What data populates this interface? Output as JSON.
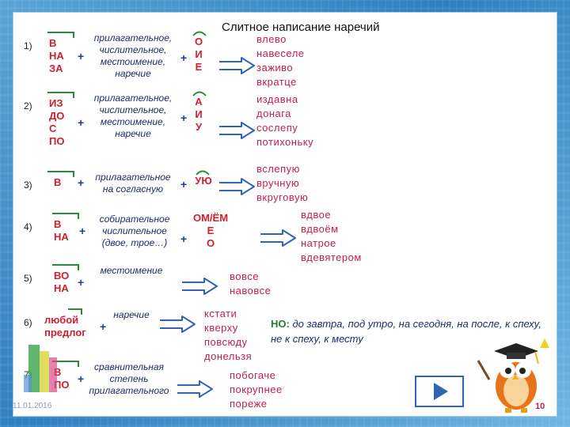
{
  "title": "Слитное написание наречий",
  "rules": [
    {
      "num": "1)",
      "prefixes": [
        "В",
        "НА",
        "ЗА"
      ],
      "desc": [
        "прилагательное,",
        "числительное,",
        "местоимение,",
        "наречие"
      ],
      "suffixes": [
        "О",
        "И",
        "Е"
      ],
      "examples": [
        "влево",
        "навеселе",
        "заживо",
        "вкратце"
      ]
    },
    {
      "num": "2)",
      "prefixes": [
        "ИЗ",
        "ДО",
        "С",
        "ПО"
      ],
      "desc": [
        "прилагательное,",
        "числительное,",
        "местоимение,",
        "наречие"
      ],
      "suffixes": [
        "А",
        "И",
        "У"
      ],
      "examples": [
        "издавна",
        "донага",
        "сослепу",
        "потихоньку"
      ]
    },
    {
      "num": "3)",
      "prefixes": [
        "В"
      ],
      "desc": [
        "прилагательное",
        "на согласную"
      ],
      "suffixes": [
        "УЮ"
      ],
      "examples": [
        "вслепую",
        "вручную",
        "вкруговую"
      ]
    },
    {
      "num": "4)",
      "prefixes": [
        "В",
        "НА"
      ],
      "desc": [
        "собирательное",
        "числительное",
        "(двое, трое…)"
      ],
      "suffixes": [
        "ОМ/ЁМ",
        "Е",
        "О"
      ],
      "examples": [
        "вдвое",
        "вдвоём",
        "натрое",
        "вдевятером"
      ]
    },
    {
      "num": "5)",
      "prefixes": [
        "ВО",
        "НА"
      ],
      "desc": [
        "местоимение"
      ],
      "suffixes": [],
      "examples": [
        "вовсе",
        "навовсе"
      ]
    },
    {
      "num": "6)",
      "prefixes": [
        "любой",
        "предлог"
      ],
      "desc": [
        "наречие"
      ],
      "suffixes": [],
      "examples": [
        "кстати",
        "кверху",
        "повсюду",
        "донельзя"
      ]
    },
    {
      "num": "7)",
      "prefixes": [
        "В",
        "ПО"
      ],
      "desc": [
        "сравнительная",
        "степень",
        "прилагательного"
      ],
      "suffixes": [],
      "examples": [
        "побогаче",
        "покрупнее",
        "пореже"
      ]
    }
  ],
  "note": {
    "label": "НО:",
    "text": "до завтра, под утро, на сегодня, на после, к спеху, не к спеху, к месту"
  },
  "plus_sign": "+",
  "date": "11.01.2016",
  "page_number": "10",
  "colors": {
    "prefix": "#cf1f2d",
    "example": "#c01f4b",
    "desc": "#1e2c66",
    "bracket": "#2e8b3a",
    "arrow": "#2f66b3"
  }
}
